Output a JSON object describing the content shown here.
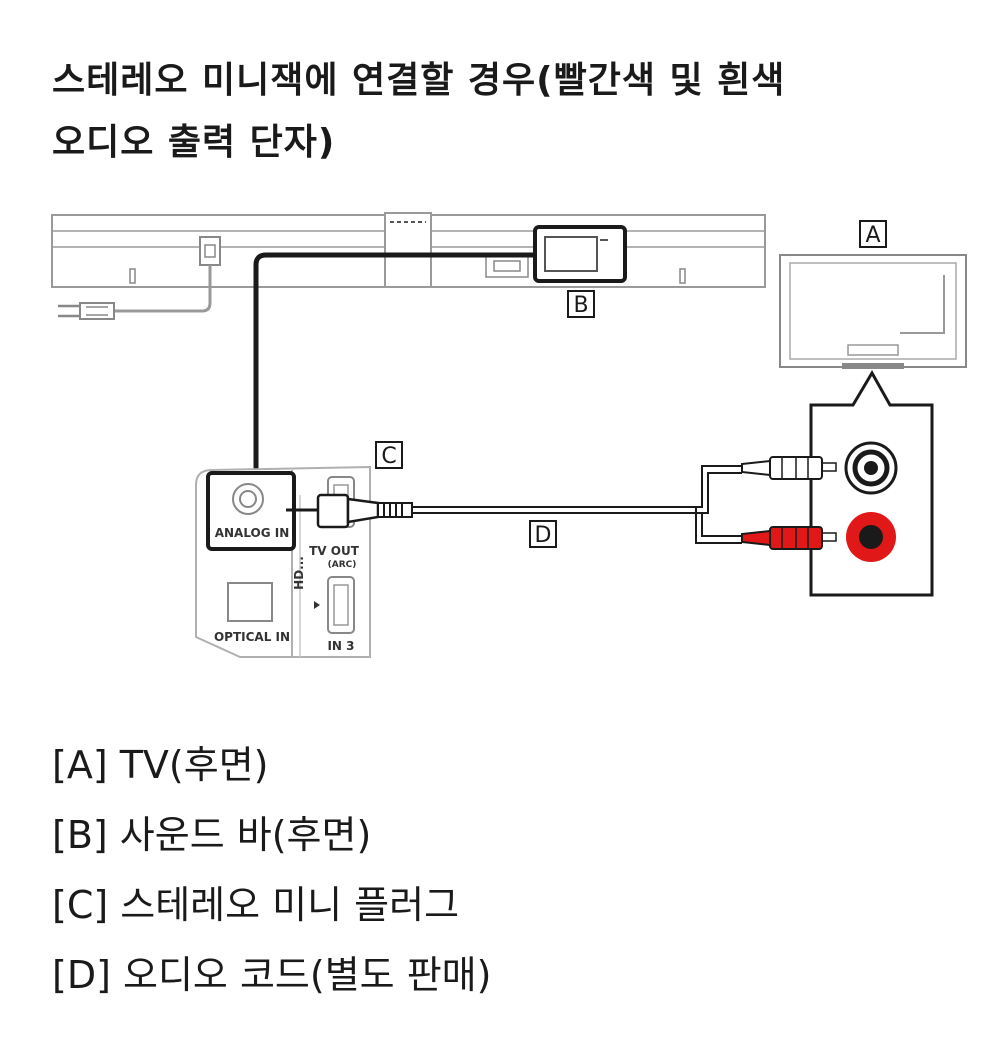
{
  "title": {
    "line1": "스테레오 미니잭에 연결할 경우(빨간색 및 흰색",
    "line2": "오디오 출력 단자)"
  },
  "diagram": {
    "label_a": "A",
    "label_b": "B",
    "label_c": "C",
    "label_d": "D",
    "port_analog_in": "ANALOG IN",
    "port_optical_in": "OPTICAL IN",
    "port_tv_out": "TV OUT",
    "port_arc": "(ARC)",
    "port_in3": "IN 3",
    "port_hdmi": "HD..."
  },
  "legend": [
    "[A] TV(후면)",
    "[B] 사운드 바(후면)",
    "[C] 스테레오 미니 플러그",
    "[D] 오디오 코드(별도 판매)"
  ],
  "colors": {
    "line": "#1a1a1a",
    "panel_gray": "#b0b0b0",
    "red_jack": "#e01818",
    "white_jack": "#ffffff"
  }
}
